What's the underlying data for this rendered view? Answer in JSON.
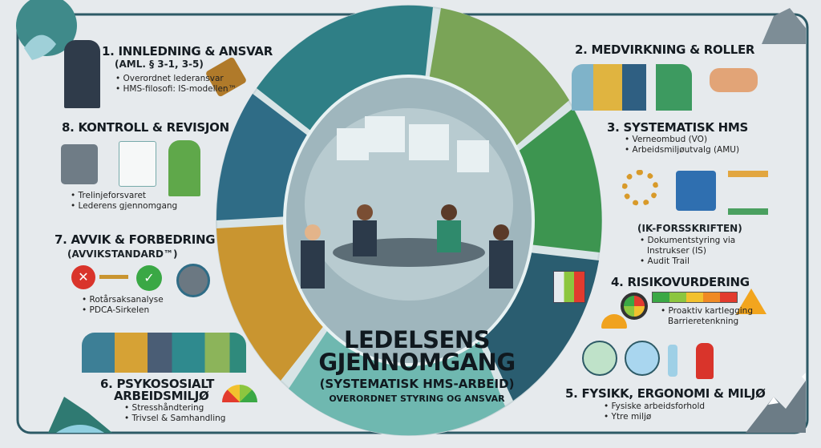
{
  "title": {
    "line1": "LEDELSENS",
    "line2": "GJENNOMGANG",
    "subtitle": "(SYSTEMATISK HMS-ARBEID)",
    "tagline": "OVERORDNET STYRING OG ANSVAR"
  },
  "sections": {
    "s1": {
      "heading": "1. INNLEDNING & ANSVAR",
      "sub": "(AML. § 3-1, 3-5)",
      "bullets": [
        "Overordnet lederansvar",
        "HMS-filosofi: IS-modellen™"
      ]
    },
    "s2": {
      "heading": "2. MEDVIRKNING & ROLLER"
    },
    "s3": {
      "heading": "3. SYSTEMATISK HMS",
      "bullets": [
        "Verneombud (VO)",
        "Arbeidsmiljøutvalg (AMU)"
      ],
      "sub": "(IK-FORSSKRIFTEN)",
      "bullets2": [
        "Dokumentstyring via",
        "Instrukser (IS)",
        "Audit Trail"
      ]
    },
    "s4": {
      "heading": "4. RISIKOVURDERING",
      "bullets": [
        "Proaktiv kartlegging",
        "Barrieretenkning"
      ]
    },
    "s5": {
      "heading": "5. FYSIKK, ERGONOMI & MILJØ",
      "bullets": [
        "Fysiske arbeidsforhold",
        "Ytre miljø"
      ]
    },
    "s6": {
      "heading1": "6. PSYKOSOSIALT",
      "heading2": "ARBEIDSMILJØ",
      "bullets": [
        "Stresshåndtering",
        "Trivsel & Samhandling"
      ]
    },
    "s7": {
      "heading": "7. AVVIK & FORBEDRING",
      "sub": "(AVVIKSTANDARD™)",
      "bullets": [
        "Rotårsaksanalyse",
        "PDCA-Sirkelen"
      ]
    },
    "s8": {
      "heading": "8. KONTROLL & REVISJON",
      "bullets": [
        "Trelinjeforsvaret",
        "Lederens gjennomgang"
      ]
    }
  },
  "colors": {
    "background": "#e6eaed",
    "frame": "#2d5a66",
    "ring_top": "#2f7f86",
    "ring_top_right": "#7aa457",
    "ring_right": "#3d9550",
    "ring_lower_right": "#2a5d70",
    "ring_bottom": "#6fb8b0",
    "ring_left_bottom": "#c99530",
    "ring_left_top": "#2f6c86",
    "risk_scale": [
      "#3aa845",
      "#8cc63f",
      "#f2c12e",
      "#f08a24",
      "#e23b2e"
    ]
  },
  "icons": [
    "manager-pointing-icon",
    "gavel-icon",
    "team-icon",
    "handshake-icon",
    "gears-icon",
    "blueprint-icon",
    "flowchart-icon",
    "risk-matrix-icon",
    "magnifier-icon",
    "hard-hat-icon",
    "warning-icon",
    "ergonomics-icon",
    "air-icon",
    "spray-icon",
    "fire-extinguisher-icon",
    "group-chat-icon",
    "gauge-icon",
    "error-icon",
    "check-icon",
    "power-dial-icon",
    "safe-icon",
    "certificate-icon",
    "binoculars-person-icon",
    "meeting-scene-icon",
    "mountain-icon"
  ]
}
